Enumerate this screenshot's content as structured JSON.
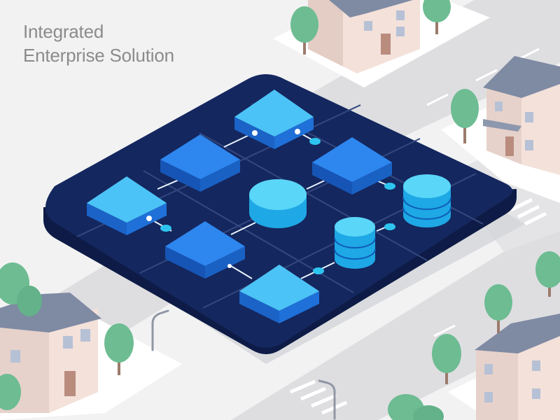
{
  "headline": {
    "line1": "Integrated",
    "line2": "Enterprise Solution"
  },
  "colors": {
    "background": "#f2f2f3",
    "road": "#dcdcdf",
    "sidewalk": "#ffffff",
    "platform_top": "#14275e",
    "platform_side": "#0d1b46",
    "grid_line": "#3a4f86",
    "module_top_light": "#4cc3f6",
    "module_top_dark": "#2e86ef",
    "module_side": "#1b63c7",
    "database_top": "#5ad6f8",
    "database_side": "#1ea8e5",
    "connector": "#2ec4f0",
    "tree": "#6dbc92",
    "house_wall": "#f3e1da",
    "house_roof": "#7f8aa3"
  },
  "diagram": {
    "modules": [
      {
        "id": "module-top-center",
        "style": "light"
      },
      {
        "id": "module-upper-left",
        "style": "dark"
      },
      {
        "id": "module-upper-right",
        "style": "dark"
      },
      {
        "id": "module-far-left",
        "style": "light"
      },
      {
        "id": "module-lower-left",
        "style": "dark"
      },
      {
        "id": "module-bottom-center",
        "style": "light"
      }
    ],
    "databases": [
      {
        "id": "database-center",
        "layers": 1
      },
      {
        "id": "database-right",
        "layers": 3
      },
      {
        "id": "database-lower-right",
        "layers": 3
      }
    ],
    "connections": [
      [
        "module-upper-left",
        "module-top-center"
      ],
      [
        "module-top-center",
        "module-upper-right"
      ],
      [
        "module-upper-left",
        "module-far-left"
      ],
      [
        "module-far-left",
        "module-lower-left"
      ],
      [
        "module-upper-right",
        "database-right"
      ],
      [
        "database-center",
        "module-upper-right"
      ],
      [
        "database-center",
        "module-lower-left"
      ],
      [
        "module-lower-left",
        "module-bottom-center"
      ],
      [
        "database-lower-right",
        "database-right"
      ],
      [
        "module-bottom-center",
        "database-lower-right"
      ]
    ]
  },
  "surroundings": {
    "houses": 4,
    "trees": 12,
    "street_lamps": 2
  }
}
